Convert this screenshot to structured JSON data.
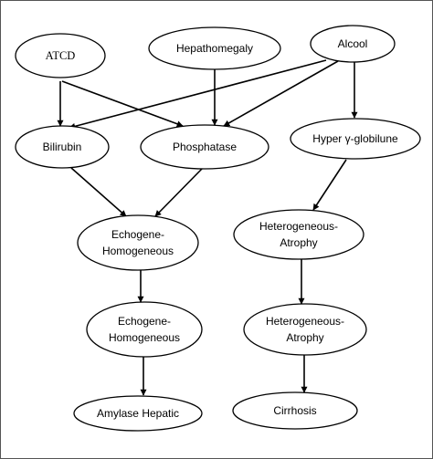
{
  "diagram": {
    "nodes": [
      {
        "id": "atcd",
        "label": [
          "ATCD"
        ]
      },
      {
        "id": "hepatomegaly",
        "label": [
          "Hepathomegaly"
        ]
      },
      {
        "id": "alcool",
        "label": [
          "Alcool"
        ]
      },
      {
        "id": "bilirubin",
        "label": [
          "Bilirubin"
        ]
      },
      {
        "id": "phosphatase",
        "label": [
          "Phosphatase"
        ]
      },
      {
        "id": "hyper-globilune",
        "label": [
          "Hyper γ-globilune"
        ]
      },
      {
        "id": "echogene-1",
        "label": [
          "Echogene-",
          "Homogeneous"
        ]
      },
      {
        "id": "heterogeneous-1",
        "label": [
          "Heterogeneous-",
          "Atrophy"
        ]
      },
      {
        "id": "echogene-2",
        "label": [
          "Echogene-",
          "Homogeneous"
        ]
      },
      {
        "id": "heterogeneous-2",
        "label": [
          "Heterogeneous-",
          "Atrophy"
        ]
      },
      {
        "id": "amylase-hepatic",
        "label": [
          "Amylase Hepatic"
        ]
      },
      {
        "id": "cirrhosis",
        "label": [
          "Cirrhosis"
        ]
      }
    ],
    "edges": [
      {
        "from": "atcd",
        "to": "bilirubin"
      },
      {
        "from": "atcd",
        "to": "phosphatase"
      },
      {
        "from": "hepatomegaly",
        "to": "phosphatase"
      },
      {
        "from": "alcool",
        "to": "bilirubin"
      },
      {
        "from": "alcool",
        "to": "phosphatase"
      },
      {
        "from": "alcool",
        "to": "hyper-globilune"
      },
      {
        "from": "bilirubin",
        "to": "echogene-1"
      },
      {
        "from": "phosphatase",
        "to": "echogene-1"
      },
      {
        "from": "hyper-globilune",
        "to": "heterogeneous-1"
      },
      {
        "from": "echogene-1",
        "to": "echogene-2"
      },
      {
        "from": "heterogeneous-1",
        "to": "heterogeneous-2"
      },
      {
        "from": "echogene-2",
        "to": "amylase-hepatic"
      },
      {
        "from": "heterogeneous-2",
        "to": "cirrhosis"
      }
    ]
  }
}
